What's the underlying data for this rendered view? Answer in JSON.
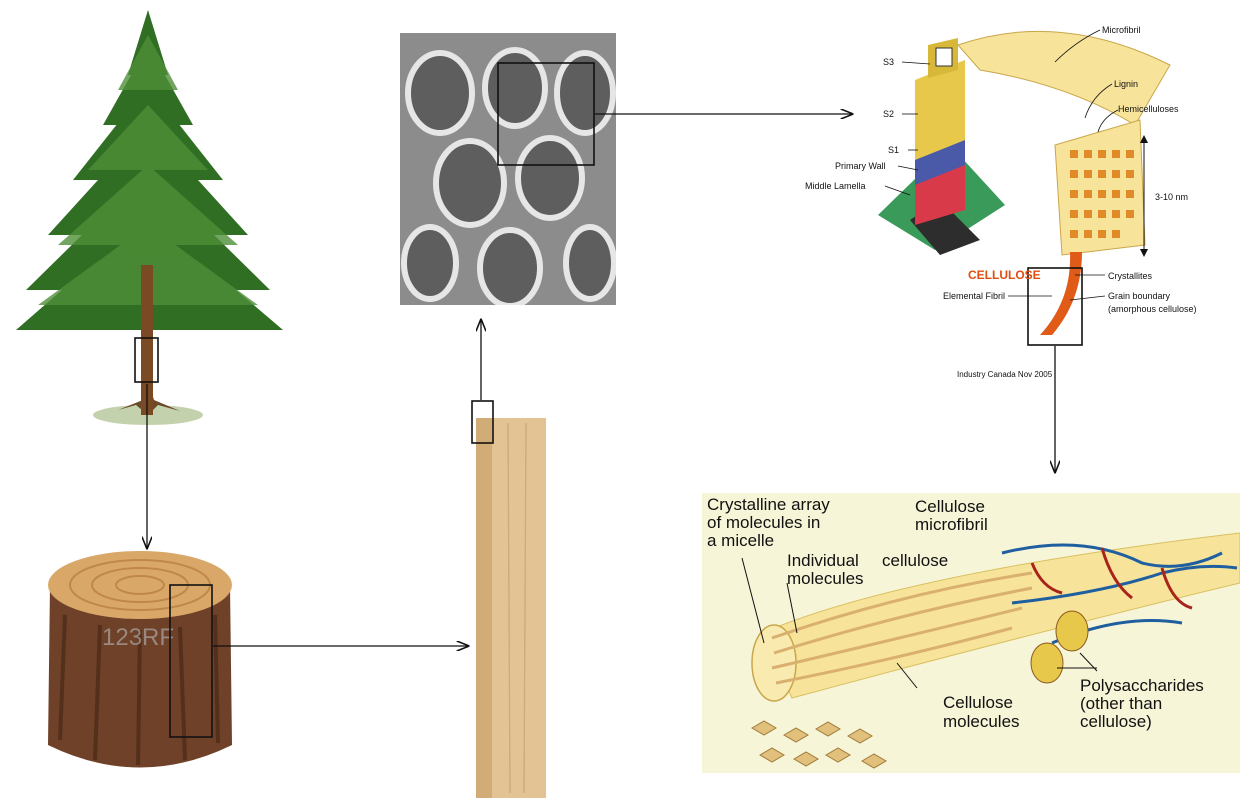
{
  "structure_panel": {
    "layers": {
      "s3": "S3",
      "s2": "S2",
      "s1": "S1",
      "primary_wall": "Primary Wall",
      "middle_lamella": "Middle Lamella"
    },
    "microfibril": "Microfibril",
    "lignin": "Lignin",
    "hemicelluloses": "Hemicelluloses",
    "size": "3-10 nm",
    "cellulose": "CELLULOSE",
    "elemental_fibril": "Elemental Fibril",
    "crystallites": "Crystallites",
    "grain_boundary": "Grain boundary",
    "grain_boundary_note": "(amorphous cellulose)",
    "credit": "Industry Canada Nov 2005"
  },
  "molecule_panel": {
    "crystalline_array": [
      "Crystalline array",
      "of molecules in",
      "a micelle"
    ],
    "individual_molecules": [
      "Individual",
      "molecules"
    ],
    "cellulose_microfibril": [
      "Cellulose",
      "microfibril"
    ],
    "cellulose": "cellulose",
    "cellulose_molecules": [
      "Cellulose",
      "molecules"
    ],
    "polysaccharides": [
      "Polysaccharides",
      "(other than",
      "cellulose)"
    ]
  },
  "stump_watermark": "123RF",
  "colors": {
    "foliage": "#2f6e23",
    "trunk": "#7a4a25",
    "wood_plank": "#e3c394",
    "fibril_yellow": "#f7e39a",
    "cellulose_red": "#e04e10",
    "panel_bg": "#f7f5d8"
  }
}
